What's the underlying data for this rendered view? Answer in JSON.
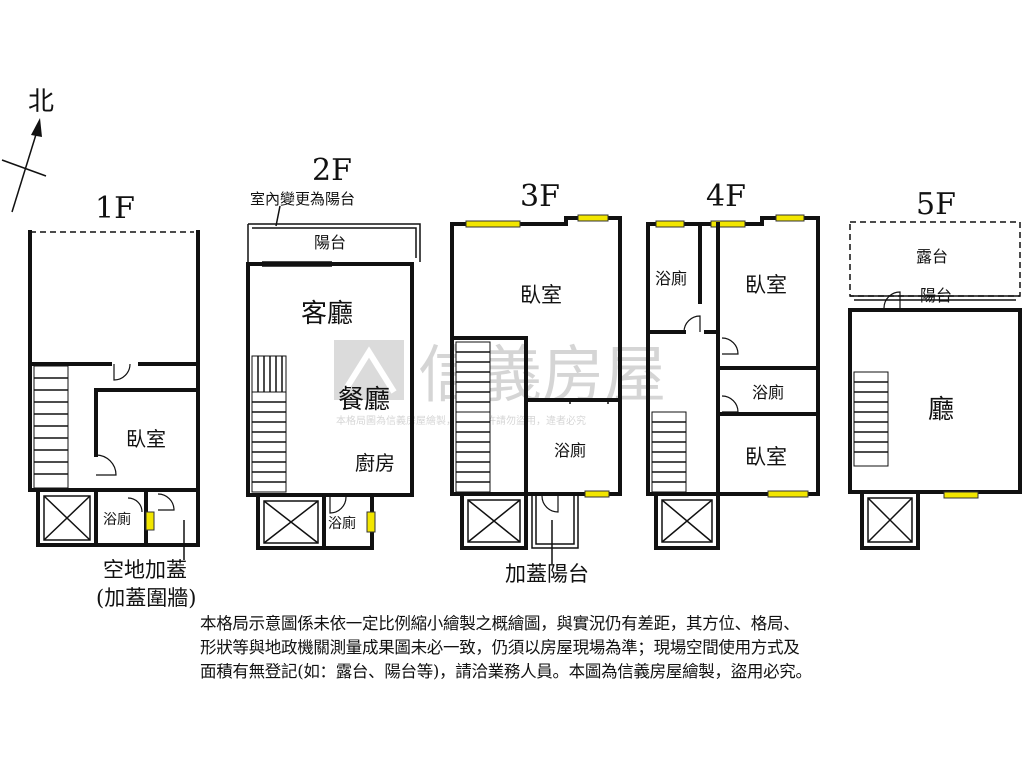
{
  "compass": {
    "label": "北"
  },
  "floors": [
    {
      "id": "1F",
      "label": "1F",
      "rooms": {
        "bedroom": "臥室",
        "bath": "浴廁"
      }
    },
    {
      "id": "2F",
      "label": "2F",
      "note": "室內變更為陽台",
      "rooms": {
        "balcony": "陽台",
        "living": "客廳",
        "dining": "餐廳",
        "kitchen": "廚房",
        "bath": "浴廁"
      }
    },
    {
      "id": "3F",
      "label": "3F",
      "rooms": {
        "bedroom": "臥室",
        "bath": "浴廁"
      }
    },
    {
      "id": "4F",
      "label": "4F",
      "rooms": {
        "bath1": "浴廁",
        "bedroom1": "臥室",
        "bath2": "浴廁",
        "bedroom2": "臥室"
      }
    },
    {
      "id": "5F",
      "label": "5F",
      "rooms": {
        "terrace": "露台",
        "balcony": "陽台",
        "hall": "廳"
      }
    }
  ],
  "annotations": {
    "extension_line1": "空地加蓋",
    "extension_line2": "(加蓋圍牆)",
    "added_balcony": "加蓋陽台"
  },
  "watermark": {
    "brand": "信義房屋",
    "fine_print": "本格局圖為信義房屋繪製，未經允許請勿盜用，違者必究"
  },
  "disclaimer": [
    "本格局示意圖係未依一定比例縮小繪製之概繪圖，與實況仍有差距，其方位、格局、",
    "形狀等與地政機關測量成果圖未必一致，仍須以房屋現場為準；現場空間使用方式及",
    "面積有無登記(如：露台、陽台等)，請洽業務人員。本圖為信義房屋繪製，盜用必究。"
  ]
}
